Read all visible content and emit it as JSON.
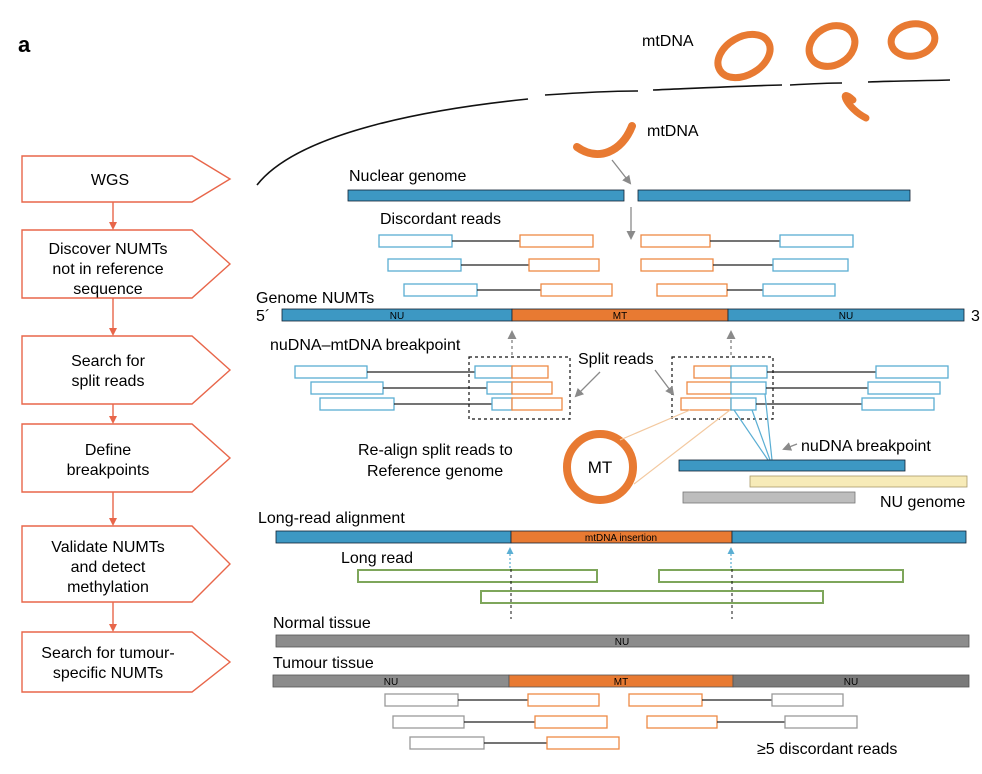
{
  "panel_label": "a",
  "pipeline": {
    "steps": [
      {
        "lines": [
          "WGS"
        ]
      },
      {
        "lines": [
          "Discover NUMTs",
          "not in reference",
          "sequence"
        ]
      },
      {
        "lines": [
          "Search for",
          "split reads"
        ]
      },
      {
        "lines": [
          "Define",
          "breakpoints"
        ]
      },
      {
        "lines": [
          "Validate NUMTs",
          "and detect",
          "methylation"
        ]
      },
      {
        "lines": [
          "Search for tumour-",
          "specific NUMTs"
        ]
      }
    ]
  },
  "labels": {
    "mtdna_top": "mtDNA",
    "mtdna_fragment": "mtDNA",
    "nuclear_genome": "Nuclear genome",
    "discordant_reads": "Discordant reads",
    "genome_numts": "Genome NUMTs",
    "five_prime": "5´",
    "three_prime": "3",
    "nu": "NU",
    "mt": "MT",
    "breakpoint_nu_mt": "nuDNA–mtDNA breakpoint",
    "split_reads": "Split reads",
    "realign_line1": "Re-align split reads to",
    "realign_line2": "Reference genome",
    "mt_circle": "MT",
    "nudna_breakpoint": "nuDNA breakpoint",
    "nu_genome": "NU genome",
    "long_read_alignment": "Long-read alignment",
    "mtdna_insertion": "mtDNA insertion",
    "long_read": "Long read",
    "normal_tissue": "Normal tissue",
    "tumour_tissue": "Tumour tissue",
    "discordant_count": "≥5 discordant reads"
  },
  "colors": {
    "arrow": "#e8664a",
    "nu_blue": "#3d98c3",
    "mt_orange": "#e87a32",
    "read_blue": "#5aaed3",
    "read_orange": "#ed8a45",
    "long_read_green": "#7ea65b",
    "gray": "#8c8c8c",
    "nu_genome_yellow": "#f7ebb8"
  }
}
